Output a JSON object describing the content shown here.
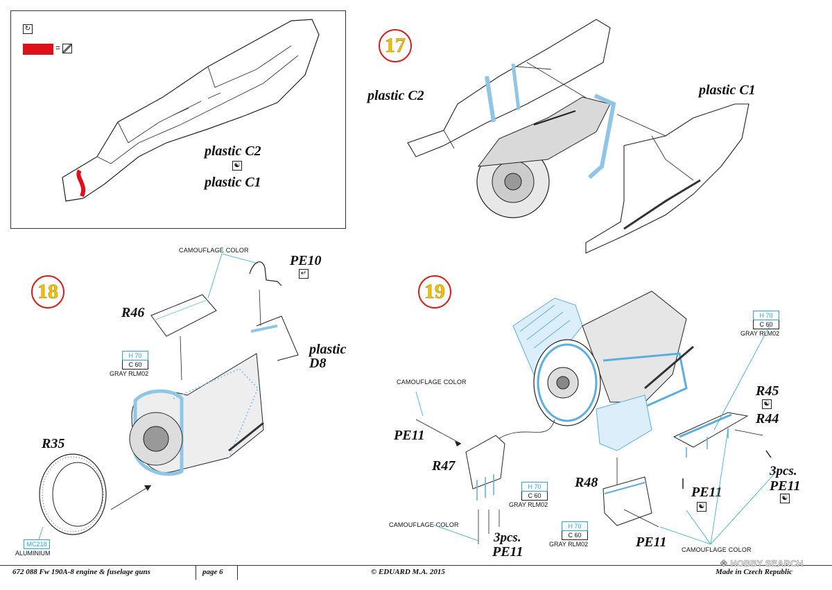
{
  "steps": [
    "17",
    "18",
    "19"
  ],
  "panel_top_left": {
    "label_c2": "plastic C2",
    "label_c1": "plastic C1"
  },
  "step17": {
    "label_c2": "plastic C2",
    "label_c1": "plastic C1"
  },
  "step18": {
    "camouflage": "CAMOUFLAGE COLOR",
    "pe10": "PE10",
    "r46": "R46",
    "plastic_d8_line1": "plastic",
    "plastic_d8_line2": "D8",
    "r35": "R35",
    "paint_gray": {
      "top": "H 70",
      "bottom": "C 60",
      "name": "GRAY RLM02"
    },
    "paint_alu": {
      "top": "MC218",
      "name": "ALUMINIUM"
    }
  },
  "step19": {
    "camouflage_1": "CAMOUFLAGE COLOR",
    "camouflage_2": "CAMOUFLAGE COLOR",
    "camouflage_3": "CAMOUFLAGE COLOR",
    "pe11_a": "PE11",
    "r47": "R47",
    "pe11_b_count": "3pcs.",
    "pe11_b": "PE11",
    "r48": "R48",
    "pe11_c": "PE11",
    "pe11_d": "PE11",
    "pe11_e_count": "3pcs.",
    "pe11_e": "PE11",
    "r45": "R45",
    "r44": "R44",
    "paint_1": {
      "top": "H 70",
      "bottom": "C 60",
      "name": "GRAY RLM02"
    },
    "paint_2": {
      "top": "H 70",
      "bottom": "C 60",
      "name": "GRAY RLM02"
    },
    "paint_3": {
      "top": "H 70",
      "bottom": "C 60",
      "name": "GRAY RLM02"
    }
  },
  "footer": {
    "product": "672 088  Fw 190A-8 engine & fuselage guns",
    "page": "page 6",
    "copyright": "© EDUARD  M.A. 2015",
    "made_in": "Made in Czech Republic"
  },
  "watermark": "HOBBY SEARCH",
  "colors": {
    "accent_red": "#e10f17",
    "step_ring": "#d8201b",
    "step_number": "#f2c200",
    "photoetch_blue": "#8fc6e8",
    "paint_blue": "#2aa7d8"
  }
}
